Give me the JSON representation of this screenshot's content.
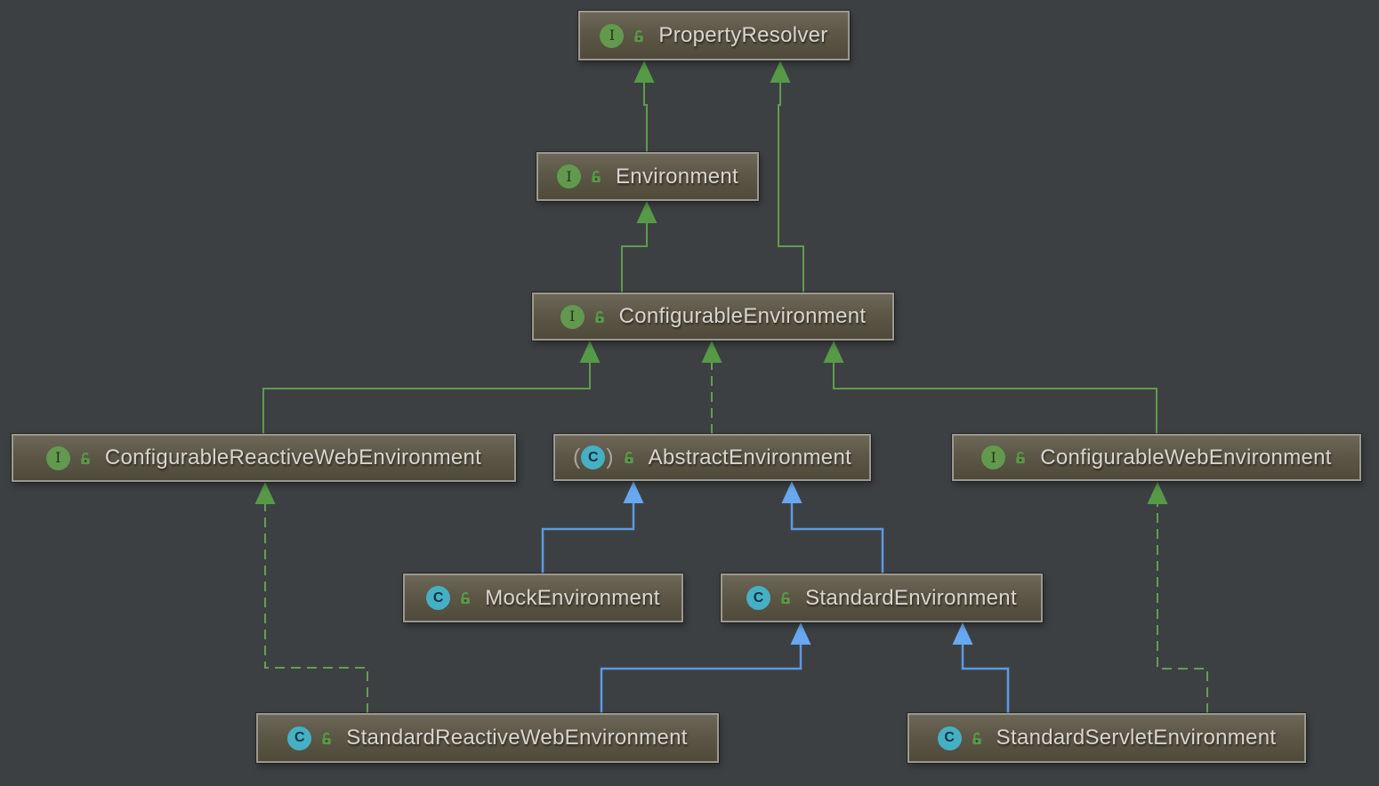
{
  "diagram": {
    "type": "uml-class-diagram",
    "background_color": "#3d4043",
    "colors": {
      "node_fill_top": "#6c6757",
      "node_fill_bottom": "#4f4a3a",
      "node_border": "#9b9890",
      "label_color": "#d8d5cf",
      "interface_relation_color": "#5f9b4e",
      "class_relation_color": "#5d9ae2",
      "interface_icon_color": "#62994e",
      "class_icon_color": "#45b0c4",
      "public_lock_icon_color": "#5a9947"
    },
    "nodes": [
      {
        "label": "PropertyResolver",
        "kind": "interface",
        "icon": "interface-icon",
        "icon_letter": "I",
        "visibility": "public"
      },
      {
        "label": "Environment",
        "kind": "interface",
        "icon": "interface-icon",
        "icon_letter": "I",
        "visibility": "public"
      },
      {
        "label": "ConfigurableEnvironment",
        "kind": "interface",
        "icon": "interface-icon",
        "icon_letter": "I",
        "visibility": "public"
      },
      {
        "label": "ConfigurableReactiveWebEnvironment",
        "kind": "interface",
        "icon": "interface-icon",
        "icon_letter": "I",
        "visibility": "public"
      },
      {
        "label": "AbstractEnvironment",
        "kind": "abstract-class",
        "icon": "abstract-class-icon",
        "icon_letter": "C",
        "visibility": "public"
      },
      {
        "label": "ConfigurableWebEnvironment",
        "kind": "interface",
        "icon": "interface-icon",
        "icon_letter": "I",
        "visibility": "public"
      },
      {
        "label": "MockEnvironment",
        "kind": "class",
        "icon": "class-icon",
        "icon_letter": "C",
        "visibility": "public"
      },
      {
        "label": "StandardEnvironment",
        "kind": "class",
        "icon": "class-icon",
        "icon_letter": "C",
        "visibility": "public"
      },
      {
        "label": "StandardReactiveWebEnvironment",
        "kind": "class",
        "icon": "class-icon",
        "icon_letter": "C",
        "visibility": "public"
      },
      {
        "label": "StandardServletEnvironment",
        "kind": "class",
        "icon": "class-icon",
        "icon_letter": "C",
        "visibility": "public"
      }
    ],
    "edges": [
      {
        "from": "Environment",
        "to": "PropertyResolver",
        "relation": "extends",
        "line": "solid",
        "color": "green"
      },
      {
        "from": "ConfigurableEnvironment",
        "to": "Environment",
        "relation": "extends",
        "line": "solid",
        "color": "green"
      },
      {
        "from": "ConfigurableEnvironment",
        "to": "PropertyResolver",
        "relation": "extends",
        "line": "solid",
        "color": "green"
      },
      {
        "from": "ConfigurableReactiveWebEnvironment",
        "to": "ConfigurableEnvironment",
        "relation": "extends",
        "line": "solid",
        "color": "green"
      },
      {
        "from": "ConfigurableWebEnvironment",
        "to": "ConfigurableEnvironment",
        "relation": "extends",
        "line": "solid",
        "color": "green"
      },
      {
        "from": "AbstractEnvironment",
        "to": "ConfigurableEnvironment",
        "relation": "implements",
        "line": "dashed",
        "color": "green"
      },
      {
        "from": "MockEnvironment",
        "to": "AbstractEnvironment",
        "relation": "extends",
        "line": "solid",
        "color": "blue"
      },
      {
        "from": "StandardEnvironment",
        "to": "AbstractEnvironment",
        "relation": "extends",
        "line": "solid",
        "color": "blue"
      },
      {
        "from": "StandardReactiveWebEnvironment",
        "to": "ConfigurableReactiveWebEnvironment",
        "relation": "implements",
        "line": "dashed",
        "color": "green"
      },
      {
        "from": "StandardReactiveWebEnvironment",
        "to": "StandardEnvironment",
        "relation": "extends",
        "line": "solid",
        "color": "blue"
      },
      {
        "from": "StandardServletEnvironment",
        "to": "ConfigurableWebEnvironment",
        "relation": "implements",
        "line": "dashed",
        "color": "green"
      },
      {
        "from": "StandardServletEnvironment",
        "to": "StandardEnvironment",
        "relation": "extends",
        "line": "solid",
        "color": "blue"
      }
    ]
  }
}
